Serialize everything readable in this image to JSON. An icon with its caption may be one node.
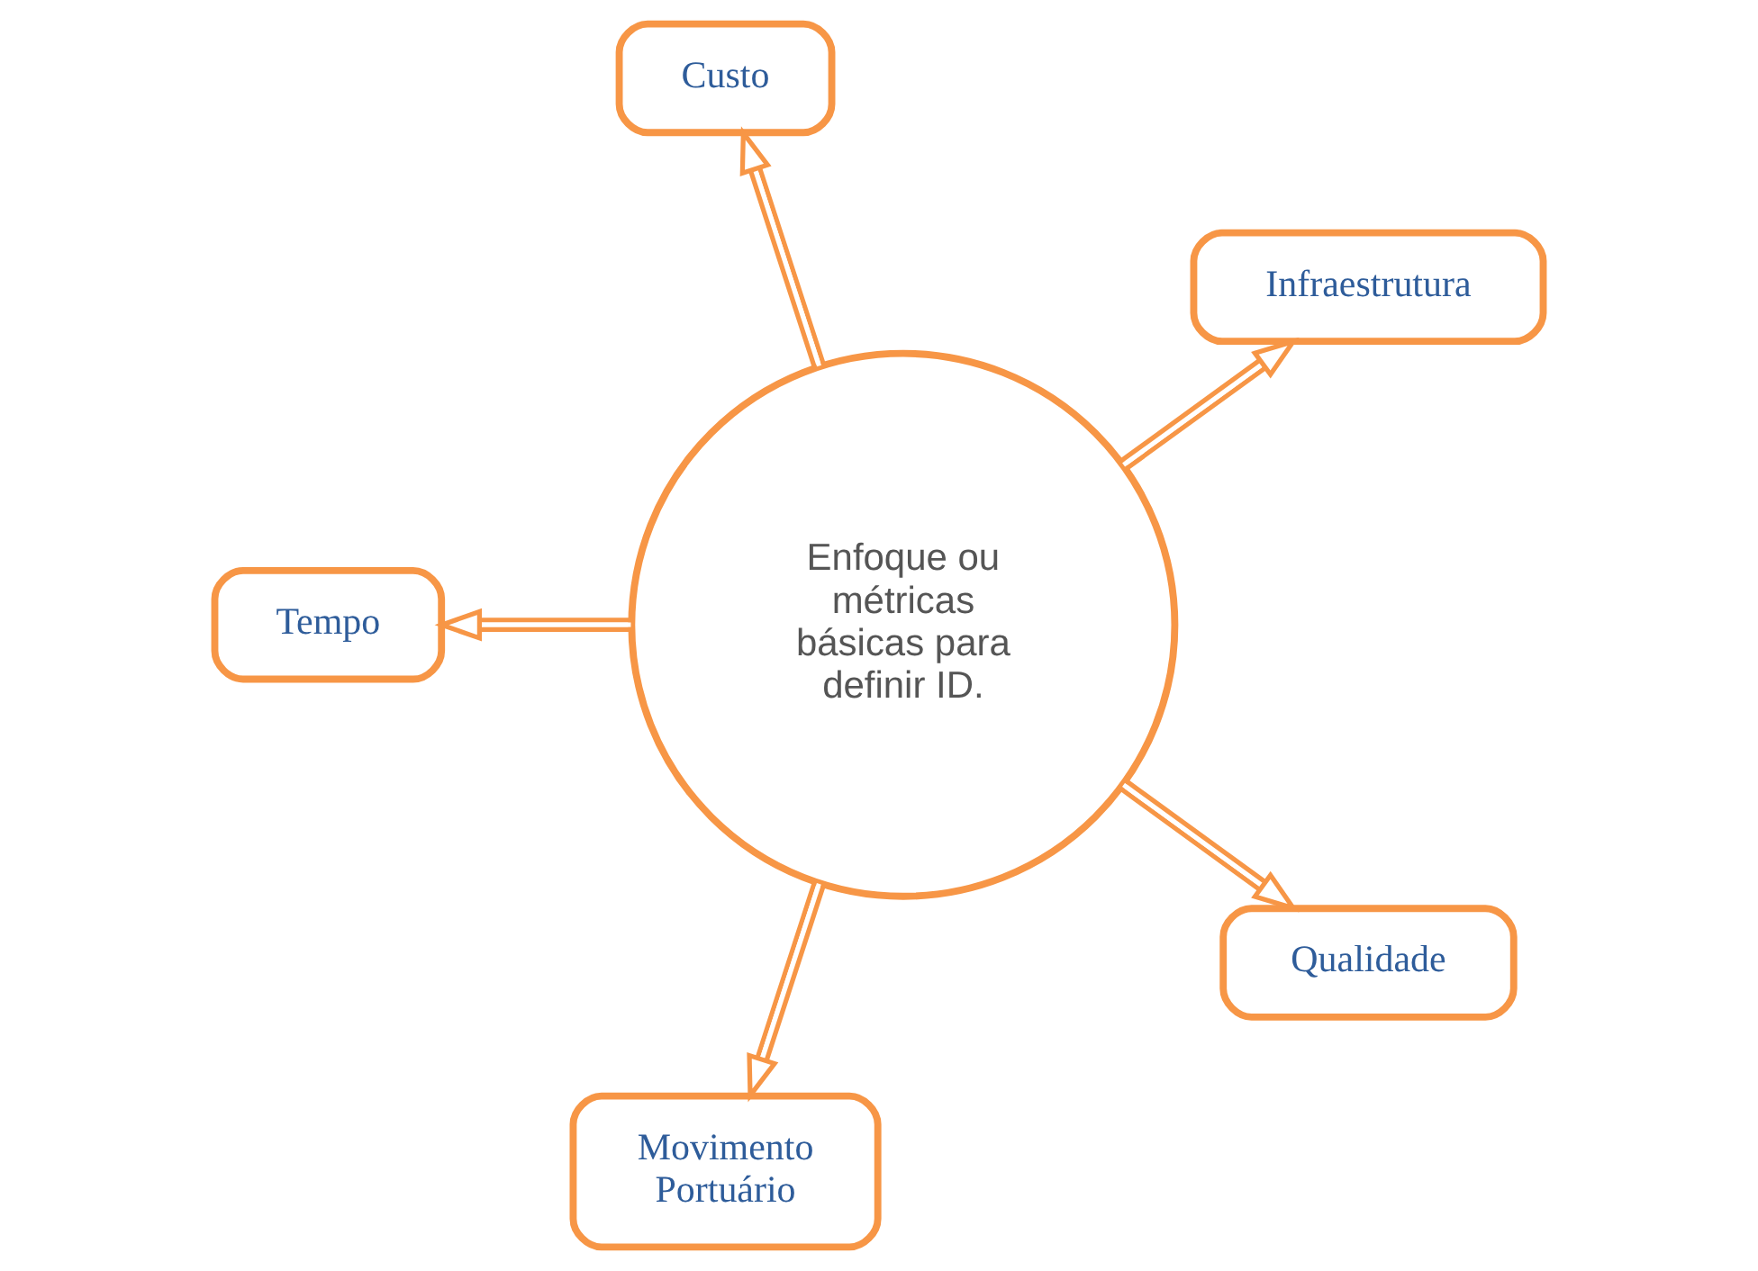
{
  "diagram": {
    "nodes": [
      {
        "text": [
          "Infraestrutura"
        ]
      },
      {
        "text": [
          "Custo"
        ]
      },
      {
        "text": [
          "Tempo"
        ]
      },
      {
        "text": [
          "Enfoque ou métricas básicas para definir ID."
        ]
      },
      {
        "text": [
          "Movimento Portuário"
        ]
      },
      {
        "text": [
          "Qualidade"
        ]
      }
    ],
    "edges": [
      {
        "from": 3,
        "to": 0,
        "arrow": "to"
      },
      {
        "from": 3,
        "to": 1,
        "arrow": "to"
      },
      {
        "from": 3,
        "to": 2,
        "arrow": "to"
      },
      {
        "from": 3,
        "to": 4,
        "arrow": "to"
      },
      {
        "from": 3,
        "to": 5,
        "arrow": "to"
      }
    ]
  }
}
